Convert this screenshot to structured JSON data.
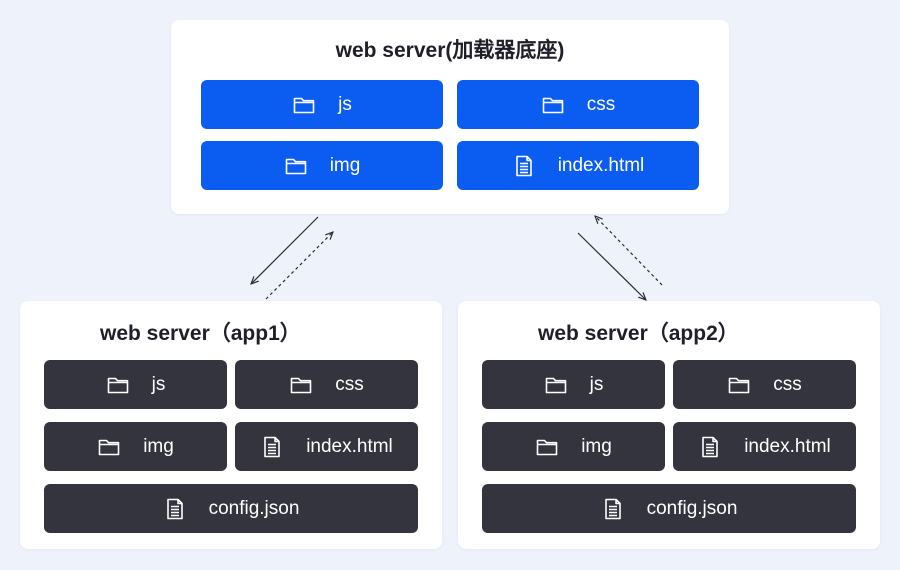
{
  "top": {
    "title": "web server(加载器底座)",
    "tiles": [
      {
        "label": "js",
        "icon": "folder-icon"
      },
      {
        "label": "css",
        "icon": "folder-icon"
      },
      {
        "label": "img",
        "icon": "folder-icon"
      },
      {
        "label": "index.html",
        "icon": "document-icon"
      }
    ]
  },
  "app1": {
    "title": "web server（app1）",
    "tiles": [
      {
        "label": "js",
        "icon": "folder-icon"
      },
      {
        "label": "css",
        "icon": "folder-icon"
      },
      {
        "label": "img",
        "icon": "folder-icon"
      },
      {
        "label": "index.html",
        "icon": "document-icon"
      },
      {
        "label": "config.json",
        "icon": "document-icon"
      }
    ]
  },
  "app2": {
    "title": "web server（app2）",
    "tiles": [
      {
        "label": "js",
        "icon": "folder-icon"
      },
      {
        "label": "css",
        "icon": "folder-icon"
      },
      {
        "label": "img",
        "icon": "folder-icon"
      },
      {
        "label": "index.html",
        "icon": "document-icon"
      },
      {
        "label": "config.json",
        "icon": "document-icon"
      }
    ]
  },
  "colors": {
    "background": "#eef2fb",
    "blue_tile": "#0b5cf1",
    "dark_tile": "#34343f",
    "arrow": "#2b2b33"
  }
}
